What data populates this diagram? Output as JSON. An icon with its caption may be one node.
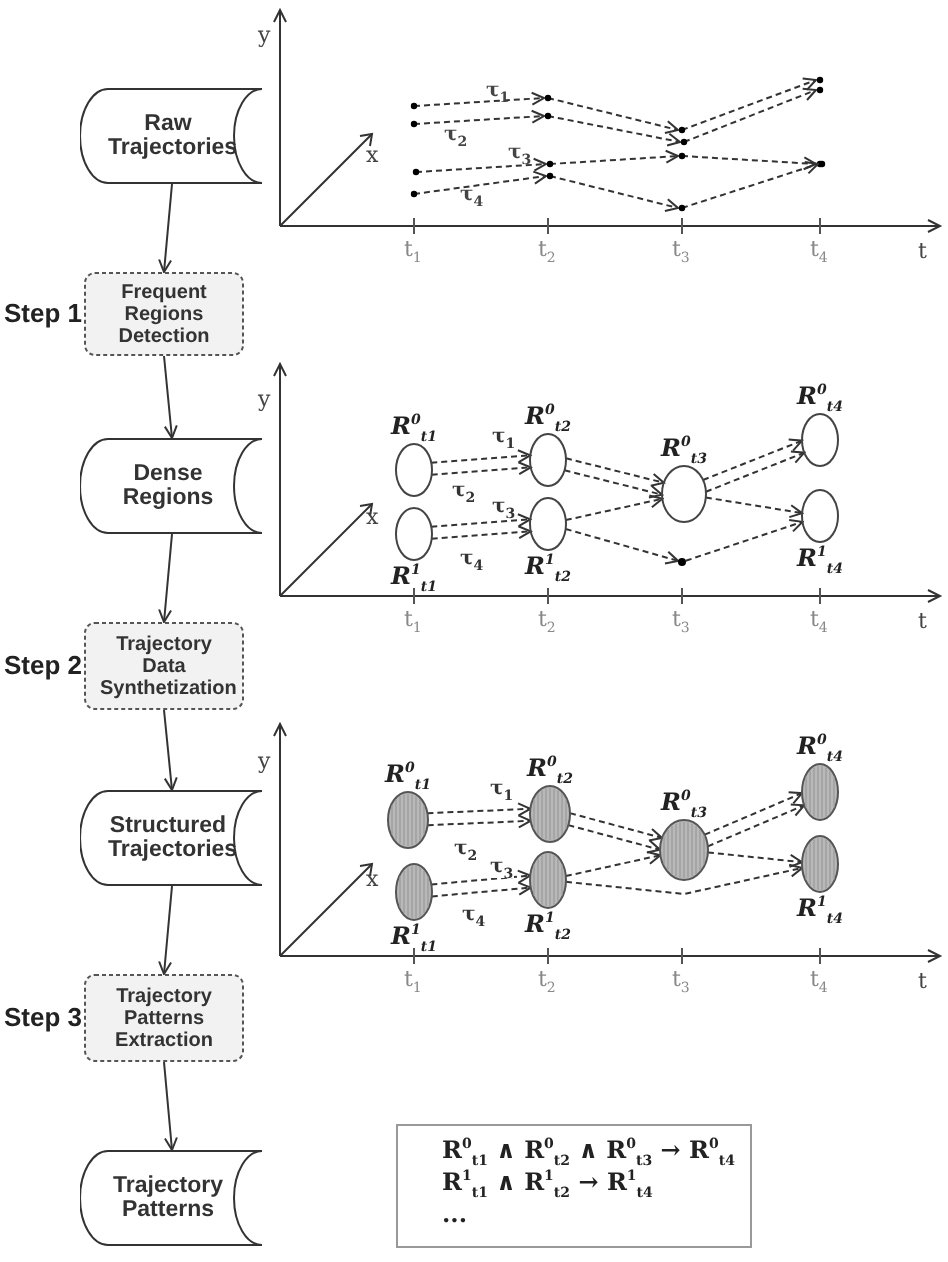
{
  "diagram": {
    "nodes": [
      {
        "text": [
          "Raw Trajectories"
        ]
      },
      {
        "text": [
          "Frequent Regions Detection"
        ],
        "beside": [
          "Step 1"
        ]
      },
      {
        "text": [
          "Dense Regions"
        ]
      },
      {
        "text": [
          "Trajectory Data Synthetization"
        ],
        "beside": [
          "Step 2"
        ]
      },
      {
        "text": [
          "Structured Trajectories"
        ]
      },
      {
        "text": [
          "Trajectory Patterns Extraction"
        ],
        "beside": [
          "Step 3"
        ]
      },
      {
        "text": [
          "Trajectory Patterns"
        ]
      },
      {
        "text": [
          "R$^{0}$$_{t1}$"
        ]
      },
      {
        "text": [
          "R$^{1}$$_{t1}$"
        ]
      },
      {
        "text": [
          "R$^{0}$$_{t2}$"
        ]
      },
      {
        "text": [
          "R$^{1}$$_{t2}$"
        ]
      },
      {
        "text": [
          "R$^{0}$$_{t3}$"
        ]
      },
      {
        "text": [
          "R$^{0}$$_{t4}$"
        ]
      },
      {
        "text": [
          "R$^{1}$$_{t4}$"
        ]
      },
      {
        "text": [],
        "shape": "dot"
      },
      {
        "text": [
          "R$^{0}$$_{t1}$"
        ]
      },
      {
        "text": [
          "R$^{1}$$_{t1}$"
        ]
      },
      {
        "text": [
          "R$^{0}$$_{t2}$"
        ]
      },
      {
        "text": [
          "R$^{1}$$_{t2}$"
        ]
      },
      {
        "text": [
          "R$^{0}$$_{t3}$"
        ]
      },
      {
        "text": [
          "R$^{0}$$_{t4}$"
        ]
      },
      {
        "text": [
          "R$^{1}$$_{t4}$"
        ]
      },
      {
        "text": [
          "R$^{0}$$_{t1}$ ∧ R$^{0}$$_{t2}$ ∧ R$^{0}$$_{t3}$ → R$^{0}$$_{t4}$",
          "R$^{1}$$_{t1}$ ∧ R$^{1}$$_{t2}$ → R$^{1}$$_{t4}$",
          "..."
        ]
      }
    ],
    "edges": [
      {
        "from": 0,
        "to": 1,
        "arrow": "to"
      },
      {
        "from": 1,
        "to": 2,
        "arrow": "to"
      },
      {
        "from": 2,
        "to": 3,
        "arrow": "to"
      },
      {
        "from": 3,
        "to": 4,
        "arrow": "to"
      },
      {
        "from": 4,
        "to": 5,
        "arrow": "to"
      },
      {
        "from": 5,
        "to": 6,
        "arrow": "to"
      },
      {
        "from": 7,
        "to": 9,
        "arrow": "to",
        "style": "dashed",
        "label": "τ$_{1}$"
      },
      {
        "from": 7,
        "to": 9,
        "arrow": "to",
        "style": "dashed",
        "label": "τ$_{2}$"
      },
      {
        "from": 8,
        "to": 10,
        "arrow": "to",
        "style": "dashed",
        "label": "τ$_{3}$"
      },
      {
        "from": 8,
        "to": 10,
        "arrow": "to",
        "style": "dashed",
        "label": "τ$_{4}$"
      },
      {
        "from": 9,
        "to": 11,
        "arrow": "to",
        "style": "dashed"
      },
      {
        "from": 9,
        "to": 11,
        "arrow": "to",
        "style": "dashed"
      },
      {
        "from": 10,
        "to": 11,
        "arrow": "to",
        "style": "dashed"
      },
      {
        "from": 10,
        "to": 14,
        "arrow": "to",
        "style": "dashed"
      },
      {
        "from": 11,
        "to": 12,
        "arrow": "to",
        "style": "dashed"
      },
      {
        "from": 11,
        "to": 12,
        "arrow": "to",
        "style": "dashed"
      },
      {
        "from": 11,
        "to": 13,
        "arrow": "to",
        "style": "dashed"
      },
      {
        "from": 14,
        "to": 13,
        "arrow": "to",
        "style": "dashed"
      },
      {
        "from": 15,
        "to": 17,
        "arrow": "to",
        "style": "dashed",
        "label": "τ$_{1}$"
      },
      {
        "from": 15,
        "to": 17,
        "arrow": "to",
        "style": "dashed",
        "label": "τ$_{2}$"
      },
      {
        "from": 16,
        "to": 18,
        "arrow": "to",
        "style": "dashed",
        "label": "τ$_{3}$"
      },
      {
        "from": 16,
        "to": 18,
        "arrow": "to",
        "style": "dashed",
        "label": "τ$_{4}$"
      },
      {
        "from": 17,
        "to": 19,
        "arrow": "to",
        "style": "dashed"
      },
      {
        "from": 17,
        "to": 19,
        "arrow": "to",
        "style": "dashed"
      },
      {
        "from": 18,
        "to": 19,
        "arrow": "to",
        "style": "dashed"
      },
      {
        "from": 18,
        "to": 21,
        "arrow": "to",
        "style": "dashed"
      },
      {
        "from": 19,
        "to": 20,
        "arrow": "to",
        "style": "dashed"
      },
      {
        "from": 19,
        "to": 20,
        "arrow": "to",
        "style": "dashed"
      },
      {
        "from": 19,
        "to": 21,
        "arrow": "to",
        "style": "dashed"
      }
    ],
    "labels": [
      "y",
      "x",
      "τ$_{1}$",
      "τ$_{2}$",
      "τ$_{3}$",
      "τ$_{4}$",
      "t$_{1}$",
      "t$_{2}$",
      "t$_{3}$",
      "t$_{4}$",
      "t",
      "y",
      "x",
      "t$_{1}$",
      "t$_{2}$",
      "t$_{3}$",
      "t$_{4}$",
      "t",
      "y",
      "x",
      "t$_{1}$",
      "t$_{2}$",
      "t$_{3}$",
      "t$_{4}$",
      "t"
    ]
  }
}
